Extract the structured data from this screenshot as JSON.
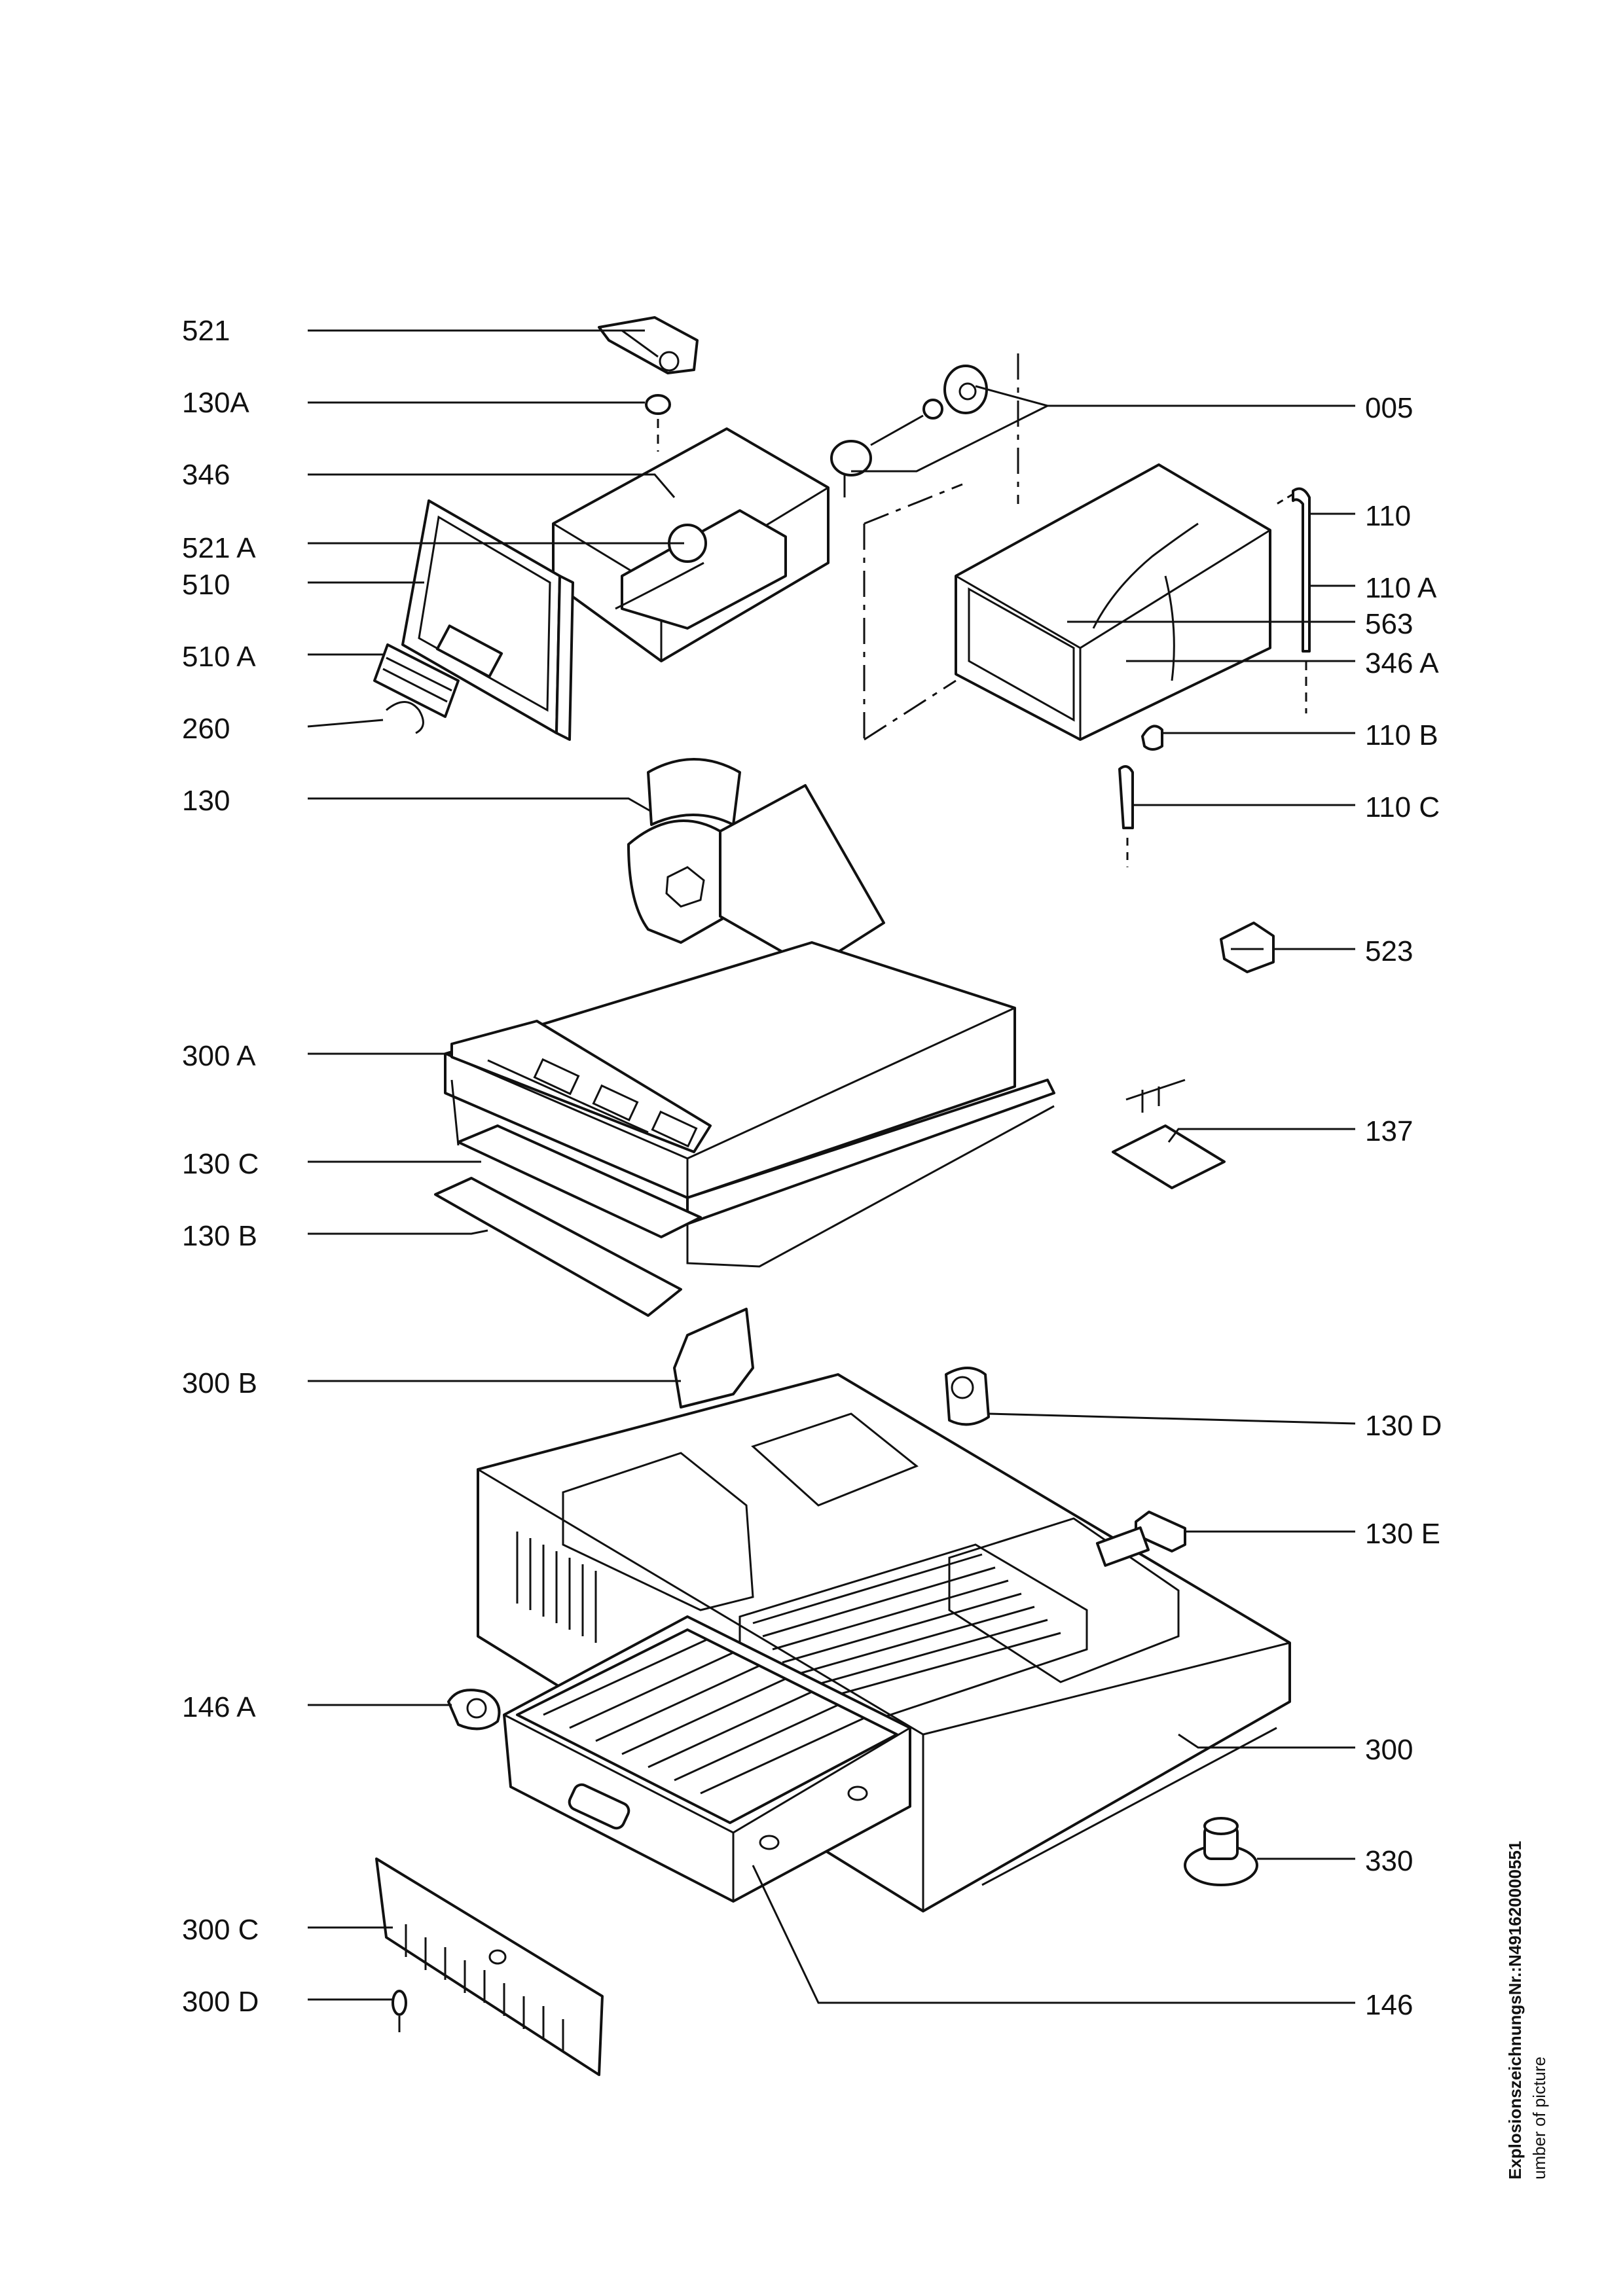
{
  "labels_left": [
    "521",
    "130A",
    "346",
    "521 A",
    "510",
    "510 A",
    "260",
    "130",
    "300 A",
    "130 C",
    "130 B",
    "300 B",
    "146 A",
    "300 C",
    "300 D"
  ],
  "labels_right": [
    "005",
    "110",
    "110 A",
    "563",
    "346 A",
    "110 B",
    "110 C",
    "523",
    "137",
    "130 D",
    "130 E",
    "300",
    "330",
    "146"
  ],
  "side_text": {
    "line1": "ExplosionszeichnungsNr.:N491620000551",
    "line2": "umber of picture"
  }
}
